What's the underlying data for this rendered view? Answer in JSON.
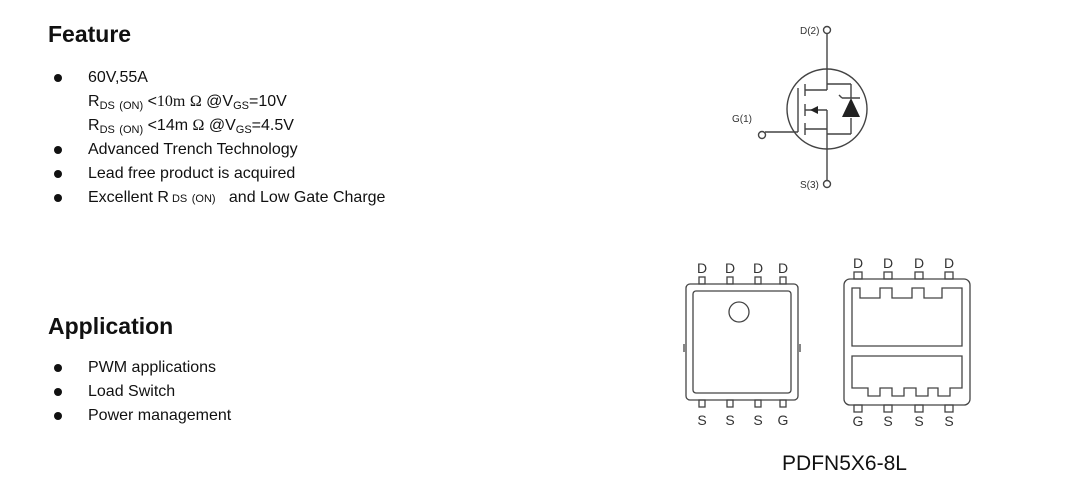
{
  "feature": {
    "title": "Feature",
    "items": [
      {
        "text": "60V,55A"
      },
      {
        "r": "R",
        "ds": "DS",
        "on": "(ON)",
        "lt": "<",
        "val": "10m",
        "ohm": "Ω",
        "at": "@V",
        "gs": "GS",
        "cond": "=10V"
      },
      {
        "r": "R",
        "ds": "DS",
        "on": "(ON)",
        "lt": "<",
        "val": "14m",
        "ohm": "Ω",
        "at": "@V",
        "gs": "GS",
        "cond": "=4.5V"
      },
      {
        "text": "Advanced Trench Technology"
      },
      {
        "text": "Lead free product is acquired"
      },
      {
        "pre": "Excellent R",
        "ds": " DS",
        "on": "(ON)",
        "post": "and Low Gate Charge"
      }
    ]
  },
  "application": {
    "title": "Application",
    "items": [
      "PWM applications",
      "Load Switch",
      "Power management"
    ]
  },
  "schematic": {
    "drain_label": "D(2)",
    "gate_label": "G(1)",
    "source_label": "S(3)"
  },
  "package": {
    "top_view_top_pins": [
      "D",
      "D",
      "D",
      "D"
    ],
    "top_view_bottom_pins": [
      "S",
      "S",
      "S",
      "G"
    ],
    "bottom_view_top_pins": [
      "D",
      "D",
      "D",
      "D"
    ],
    "bottom_view_bottom_pins": [
      "G",
      "S",
      "S",
      "S"
    ],
    "label": "PDFN5X6-8L"
  },
  "colors": {
    "text": "#111111",
    "line": "#444444",
    "background": "#ffffff"
  }
}
